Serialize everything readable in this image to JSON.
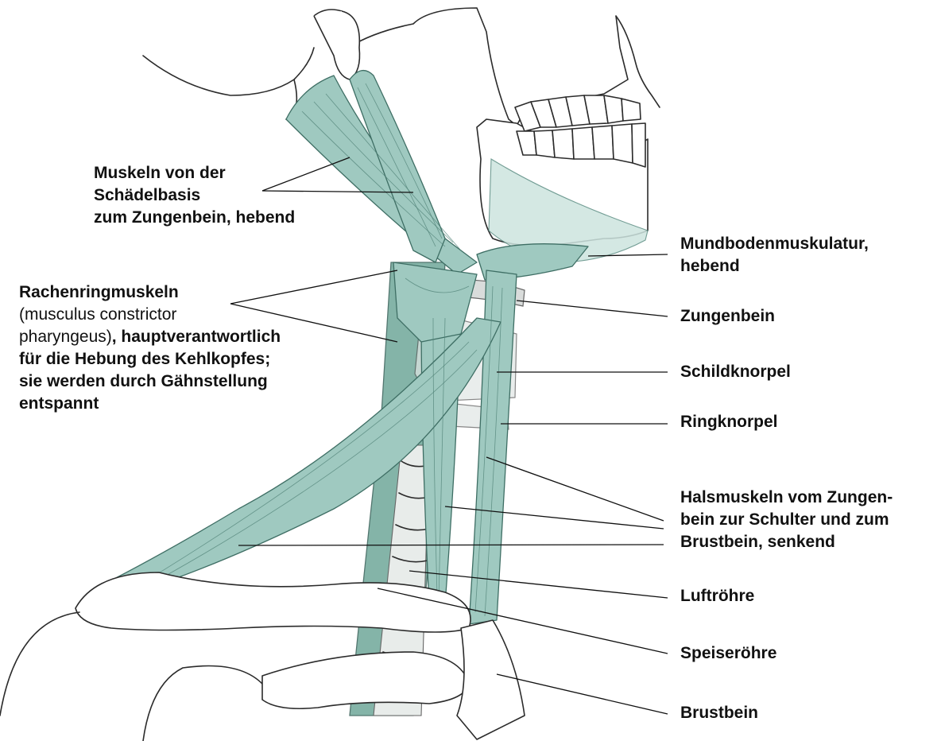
{
  "labels": {
    "schaedelbasis": [
      "Muskeln von der",
      "Schädelbasis",
      "zum Zungenbein, hebend"
    ],
    "rachenring_title": "Rachenringmuskeln",
    "rachenring_sub1": "(musculus constrictor",
    "rachenring_sub2": "pharyngeus)",
    "rachenring_sub2_bold": ", hauptverantwortlich",
    "rachenring_rest": [
      "für die Hebung des Kehlkopfes;",
      "sie werden durch Gähnstellung",
      "entspannt"
    ],
    "mundboden": [
      "Mundbodenmuskulatur,",
      "hebend"
    ],
    "zungenbein": "Zungenbein",
    "schildknorpel": "Schildknorpel",
    "ringknorpel": "Ringknorpel",
    "halsmuskeln": [
      "Halsmuskeln vom Zungen-",
      "bein zur Schulter und zum",
      "Brustbein, senkend"
    ],
    "luftroehre": "Luftröhre",
    "speiseroehre": "Speiseröhre",
    "brustbein": "Brustbein"
  },
  "colors": {
    "muscle": "#9fc9c0",
    "muscle_dark": "#6fa79a",
    "cartilage": "#e1e6e5",
    "bone_outline": "#2b2b2b"
  }
}
